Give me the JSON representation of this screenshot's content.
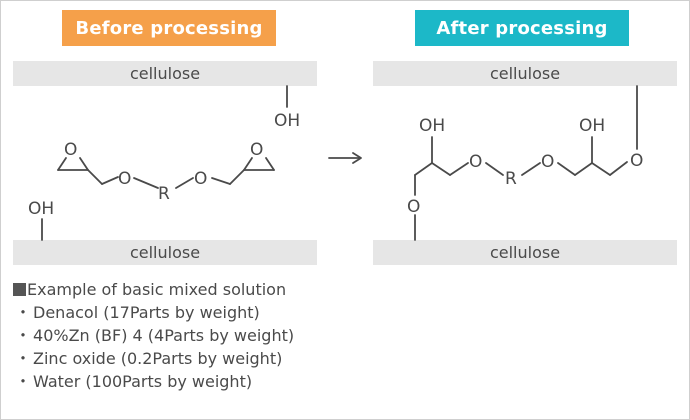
{
  "before_label": "Before processing",
  "after_label": "After processing",
  "cellulose_label": "cellulose",
  "chem": {
    "oh": "OH",
    "o": "O",
    "r": "R"
  },
  "example": {
    "title": "Example of basic mixed solution",
    "bullet": "・",
    "items": [
      "Denacol (17Parts by weight)",
      "40%Zn (BF) 4 (4Parts by weight)",
      "Zinc oxide (0.2Parts by weight)",
      "Water (100Parts by weight)"
    ]
  },
  "colors": {
    "before_badge": "#f5a04a",
    "after_badge": "#1cb8c8",
    "cellulose_bar": "#e6e6e6"
  }
}
